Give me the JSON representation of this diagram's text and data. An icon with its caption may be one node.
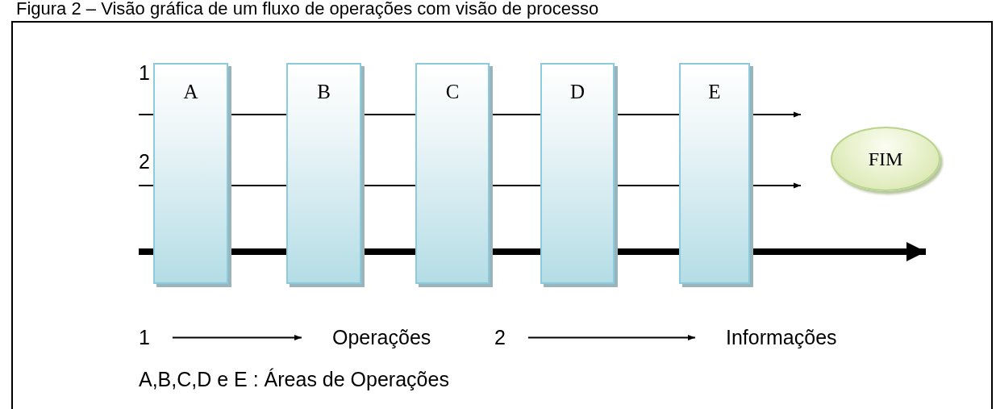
{
  "diagram": {
    "title": "Figura 2 – Visão gráfica de um fluxo de operações com visão de processo",
    "nodes": [
      {
        "text": [
          "1"
        ]
      },
      {
        "text": [
          "2"
        ]
      },
      {
        "text": [
          "A"
        ]
      },
      {
        "text": [
          "B"
        ]
      },
      {
        "text": [
          "C"
        ]
      },
      {
        "text": [
          "D"
        ]
      },
      {
        "text": [
          "E"
        ]
      },
      {
        "text": [
          "FIM"
        ]
      },
      {
        "text": [
          "1"
        ]
      },
      {
        "text": [
          "Operações"
        ]
      },
      {
        "text": [
          "2"
        ]
      },
      {
        "text": [
          "Informações"
        ]
      }
    ],
    "edges": [
      {
        "from": 0,
        "to": null,
        "arrow": "to"
      },
      {
        "from": 1,
        "to": null,
        "arrow": "to"
      },
      {
        "from": 8,
        "to": 9,
        "arrow": "to"
      },
      {
        "from": 10,
        "to": 11,
        "arrow": "to"
      }
    ],
    "labels": [
      "A,B,C,D e E : Áreas de Operações"
    ]
  }
}
